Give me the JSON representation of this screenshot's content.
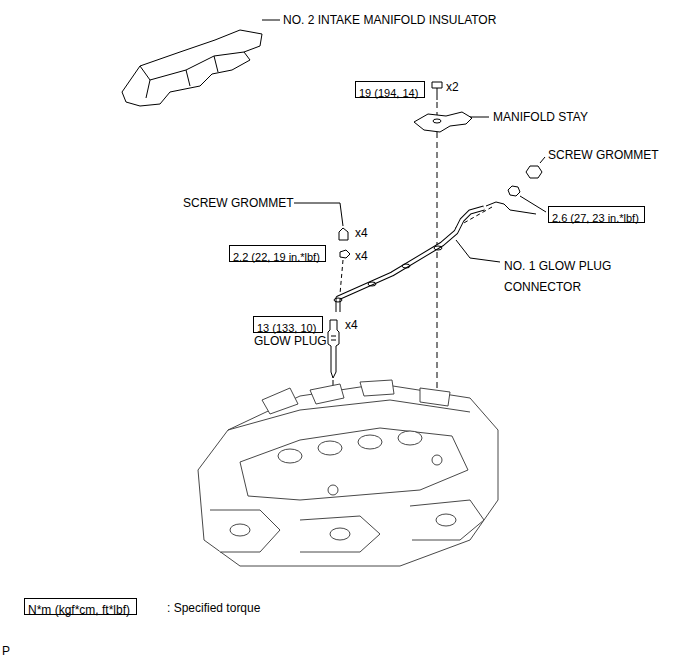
{
  "diagram": {
    "nodes": [
      {
        "text": [
          "19 (194, 14)"
        ]
      },
      {
        "text": [
          "2.6 (27, 23 in.*lbf)"
        ]
      },
      {
        "text": [
          "2.2 (22, 19 in.*lbf)"
        ]
      },
      {
        "text": [
          "13 (133, 10)"
        ]
      },
      {
        "text": [
          "N*m (kgf*cm, ft*lbf)"
        ]
      }
    ],
    "labels": [
      "NO. 2 INTAKE MANIFOLD INSULATOR",
      "x2",
      "MANIFOLD STAY",
      "SCREW GROMMET",
      "SCREW GROMMET",
      "x4",
      "x4",
      "NO. 1 GLOW PLUG CONNECTOR",
      "x4",
      "GLOW PLUG",
      ": Specified torque",
      "P"
    ]
  }
}
